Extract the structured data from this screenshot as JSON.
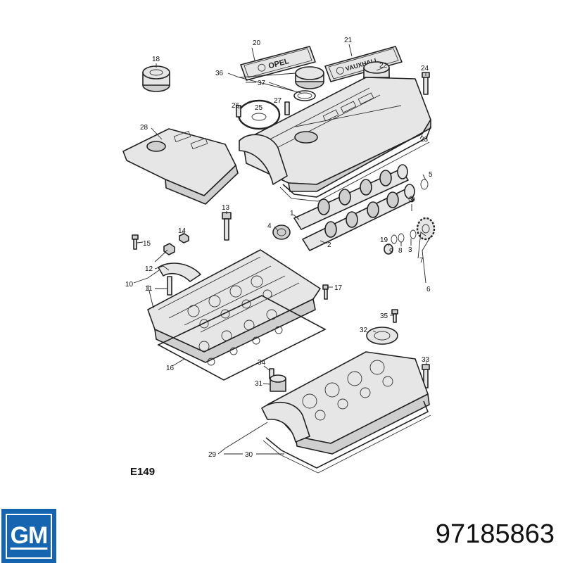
{
  "diagram": {
    "code": "E149",
    "part_number": "97185863",
    "brand": {
      "logo_text": "GM",
      "logo_color": "#1565b0"
    },
    "plates": {
      "opel": "OPEL",
      "vauxhall": "VAUXHALL"
    },
    "callouts": [
      "1",
      "2",
      "3",
      "4",
      "5",
      "6",
      "7",
      "8",
      "9",
      "10",
      "11",
      "12",
      "13",
      "14",
      "15",
      "16",
      "17",
      "18",
      "19",
      "20",
      "21",
      "22",
      "23",
      "24",
      "25",
      "26",
      "27",
      "28",
      "29",
      "30",
      "31",
      "32",
      "33",
      "34",
      "35",
      "36",
      "37"
    ]
  }
}
